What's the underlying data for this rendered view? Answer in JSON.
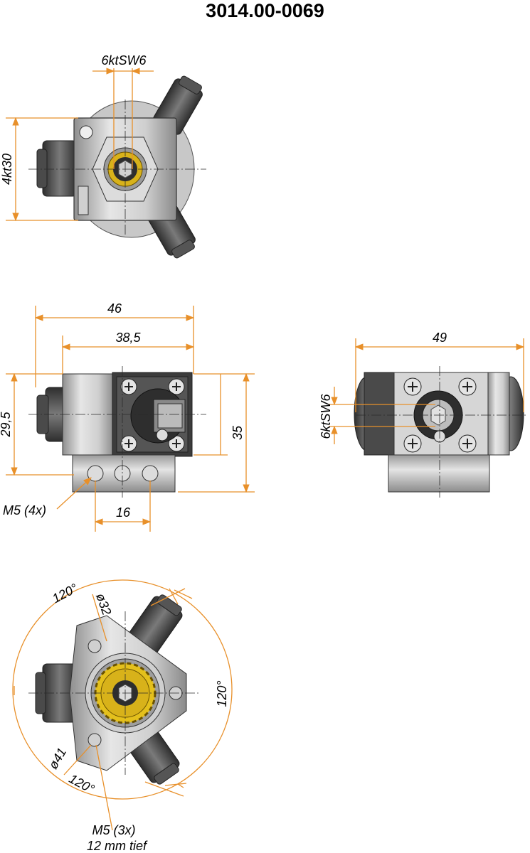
{
  "title": "3014.00-0069",
  "colors": {
    "dimension": "#e8902a",
    "steel": "#b9b9b9",
    "dark_steel": "#4a4a4a",
    "brass": "#d8b21a"
  },
  "top_view": {
    "dim_top": "6ktSW6",
    "dim_left": "4kt30"
  },
  "front_view": {
    "dim_46": "46",
    "dim_38_5": "38,5",
    "dim_29_5": "29,5",
    "dim_35": "35",
    "dim_16": "16",
    "thread_note": "M5 (4x)"
  },
  "side_view": {
    "dim_49": "49",
    "dim_left": "6ktSW6"
  },
  "bottom_view": {
    "angle_top": "120°",
    "angle_right": "120°",
    "angle_bottom": "120°",
    "dia_32": "ø32",
    "dia_41": "ø41",
    "thread_note_line1": "M5 (3x)",
    "thread_note_line2": "12 mm tief"
  }
}
